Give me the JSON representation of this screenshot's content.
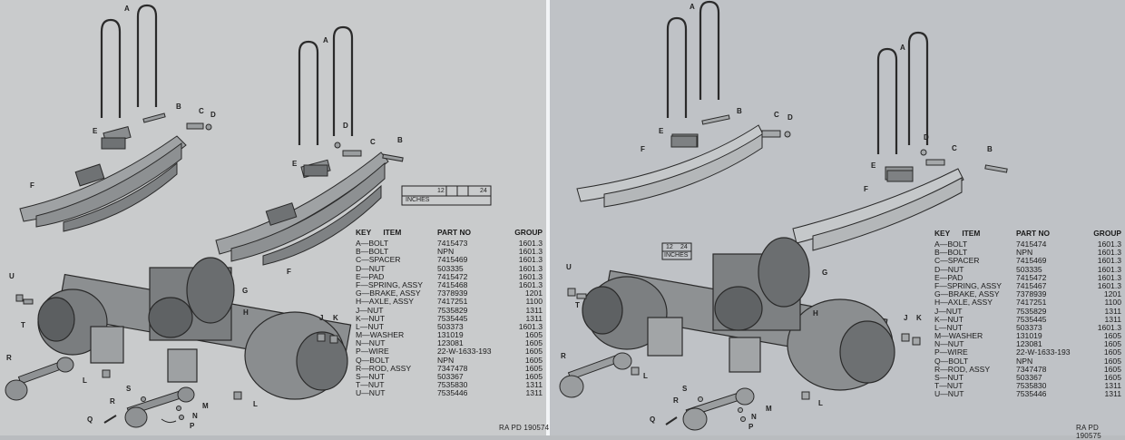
{
  "header": {
    "key": "KEY",
    "item": "ITEM",
    "part_no": "PART NO",
    "group": "GROUP"
  },
  "left": {
    "drawing_number": "RA PD 190574",
    "scale": {
      "unit": "INCHES",
      "ticks": [
        "12",
        "24"
      ]
    },
    "rows": [
      {
        "item": "A—BOLT",
        "part": "7415473",
        "group": "1601.3"
      },
      {
        "item": "B—BOLT",
        "part": "NPN",
        "group": "1601.3"
      },
      {
        "item": "C—SPACER",
        "part": "7415469",
        "group": "1601.3"
      },
      {
        "item": "D—NUT",
        "part": "503335",
        "group": "1601.3"
      },
      {
        "item": "E—PAD",
        "part": "7415472",
        "group": "1601.3"
      },
      {
        "item": "F—SPRING, ASSY",
        "part": "7415468",
        "group": "1601.3"
      },
      {
        "item": "G—BRAKE, ASSY",
        "part": "7378939",
        "group": "1201"
      },
      {
        "item": "H—AXLE, ASSY",
        "part": "7417251",
        "group": "1100"
      },
      {
        "item": "J—NUT",
        "part": "7535829",
        "group": "1311"
      },
      {
        "item": "K—NUT",
        "part": "7535445",
        "group": "1311"
      },
      {
        "item": "L—NUT",
        "part": "503373",
        "group": "1601.3"
      },
      {
        "item": "M—WASHER",
        "part": "131019",
        "group": "1605"
      },
      {
        "item": "N—NUT",
        "part": "123081",
        "group": "1605"
      },
      {
        "item": "P—WIRE",
        "part": "22-W-1633-193",
        "group": "1605"
      },
      {
        "item": "Q—BOLT",
        "part": "NPN",
        "group": "1605"
      },
      {
        "item": "R—ROD, ASSY",
        "part": "7347478",
        "group": "1605"
      },
      {
        "item": "S—NUT",
        "part": "503367",
        "group": "1605"
      },
      {
        "item": "T—NUT",
        "part": "7535830",
        "group": "1311"
      },
      {
        "item": "U—NUT",
        "part": "7535446",
        "group": "1311"
      }
    ]
  },
  "right": {
    "drawing_number": "RA PD 190575",
    "scale": {
      "unit": "INCHES",
      "ticks": [
        "12",
        "24"
      ]
    },
    "rows": [
      {
        "item": "A—BOLT",
        "part": "7415474",
        "group": "1601.3"
      },
      {
        "item": "B—BOLT",
        "part": "NPN",
        "group": "1601.3"
      },
      {
        "item": "C—SPACER",
        "part": "7415469",
        "group": "1601.3"
      },
      {
        "item": "D—NUT",
        "part": "503335",
        "group": "1601.3"
      },
      {
        "item": "E—PAD",
        "part": "7415472",
        "group": "1601.3"
      },
      {
        "item": "F—SPRING, ASSY",
        "part": "7415467",
        "group": "1601.3"
      },
      {
        "item": "G—BRAKE, ASSY",
        "part": "7378939",
        "group": "1201"
      },
      {
        "item": "H—AXLE, ASSY",
        "part": "7417251",
        "group": "1100"
      },
      {
        "item": "J—NUT",
        "part": "7535829",
        "group": "1311"
      },
      {
        "item": "K—NUT",
        "part": "7535445",
        "group": "1311"
      },
      {
        "item": "L—NUT",
        "part": "503373",
        "group": "1601.3"
      },
      {
        "item": "M—WASHER",
        "part": "131019",
        "group": "1605"
      },
      {
        "item": "N—NUT",
        "part": "123081",
        "group": "1605"
      },
      {
        "item": "P—WIRE",
        "part": "22-W-1633-193",
        "group": "1605"
      },
      {
        "item": "Q—BOLT",
        "part": "NPN",
        "group": "1605"
      },
      {
        "item": "R—ROD, ASSY",
        "part": "7347478",
        "group": "1605"
      },
      {
        "item": "S—NUT",
        "part": "503367",
        "group": "1605"
      },
      {
        "item": "T—NUT",
        "part": "7535830",
        "group": "1311"
      },
      {
        "item": "U—NUT",
        "part": "7535446",
        "group": "1311"
      }
    ]
  },
  "callouts": {
    "A": "A",
    "B": "B",
    "C": "C",
    "D": "D",
    "E": "E",
    "F": "F",
    "G": "G",
    "H": "H",
    "J": "J",
    "K": "K",
    "L": "L",
    "M": "M",
    "N": "N",
    "P": "P",
    "Q": "Q",
    "R": "R",
    "S": "S",
    "T": "T",
    "U": "U"
  }
}
